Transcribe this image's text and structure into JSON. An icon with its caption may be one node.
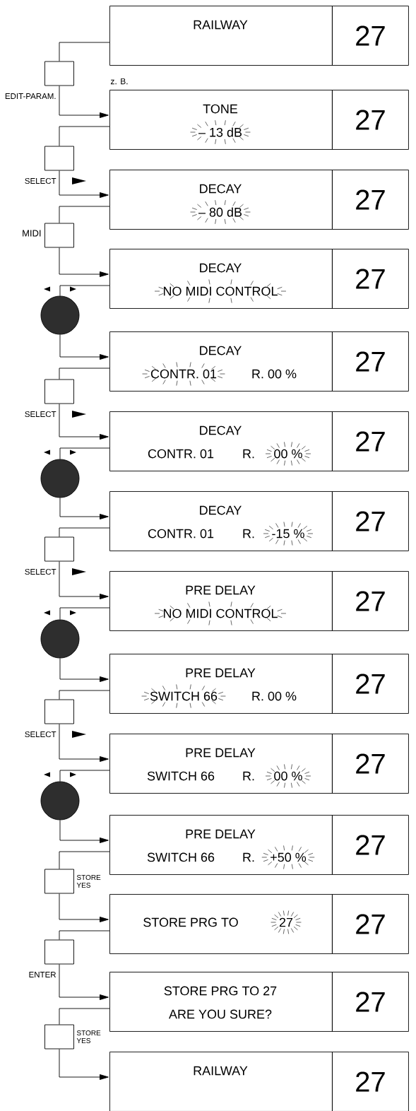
{
  "diagram": {
    "nodes": [
      {
        "text": [
          "RAILWAY"
        ]
      },
      {
        "text": [
          "27"
        ]
      },
      {
        "text": [],
        "shape": "box",
        "beside": [
          "EDIT-PARAM."
        ]
      },
      {
        "text": [
          "TONE",
          "– 13 dB"
        ]
      },
      {
        "text": [
          "27"
        ]
      },
      {
        "text": [],
        "shape": "box",
        "beside": [
          "SELECT"
        ]
      },
      {
        "text": [
          "DECAY",
          "– 80 dB"
        ]
      },
      {
        "text": [
          "27"
        ]
      },
      {
        "text": [],
        "shape": "box",
        "beside": [
          "MIDI"
        ]
      },
      {
        "text": [
          "DECAY",
          "NO MIDI CONTROL"
        ]
      },
      {
        "text": [
          "27"
        ]
      },
      {
        "text": [],
        "shape": "circle"
      },
      {
        "text": [
          "DECAY",
          "CONTR. 01",
          "R. 00 %"
        ]
      },
      {
        "text": [
          "27"
        ]
      },
      {
        "text": [],
        "shape": "box",
        "beside": [
          "SELECT"
        ]
      },
      {
        "text": [
          "DECAY",
          "CONTR. 01",
          "R.",
          "00 %"
        ]
      },
      {
        "text": [
          "27"
        ]
      },
      {
        "text": [],
        "shape": "circle"
      },
      {
        "text": [
          "DECAY",
          "CONTR. 01",
          "R.",
          "-15 %"
        ]
      },
      {
        "text": [
          "27"
        ]
      },
      {
        "text": [],
        "shape": "box",
        "beside": [
          "SELECT"
        ]
      },
      {
        "text": [
          "PRE DELAY",
          "NO MIDI CONTROL"
        ]
      },
      {
        "text": [
          "27"
        ]
      },
      {
        "text": [],
        "shape": "circle"
      },
      {
        "text": [
          "PRE DELAY",
          "SWITCH 66",
          "R. 00 %"
        ]
      },
      {
        "text": [
          "27"
        ]
      },
      {
        "text": [],
        "shape": "box",
        "beside": [
          "SELECT"
        ]
      },
      {
        "text": [
          "PRE DELAY",
          "SWITCH 66",
          "R.",
          "00 %"
        ]
      },
      {
        "text": [
          "27"
        ]
      },
      {
        "text": [],
        "shape": "circle"
      },
      {
        "text": [
          "PRE DELAY",
          "SWITCH 66",
          "R.",
          "+50 %"
        ]
      },
      {
        "text": [
          "27"
        ]
      },
      {
        "text": [],
        "shape": "box",
        "beside": [
          "STORE YES"
        ]
      },
      {
        "text": [
          "STORE PRG TO",
          "27"
        ]
      },
      {
        "text": [
          "27"
        ]
      },
      {
        "text": [],
        "shape": "box",
        "beside": [
          "ENTER"
        ]
      },
      {
        "text": [
          "STORE PRG TO 27",
          "ARE YOU SURE?"
        ]
      },
      {
        "text": [
          "27"
        ]
      },
      {
        "text": [],
        "shape": "box",
        "beside": [
          "STORE YES"
        ]
      },
      {
        "text": [
          "RAILWAY"
        ]
      },
      {
        "text": [
          "27"
        ]
      }
    ],
    "edges": [
      {
        "from": 0,
        "to": 2,
        "arrow": "none"
      },
      {
        "from": 2,
        "to": 3,
        "arrow": "to"
      },
      {
        "from": 3,
        "to": 5,
        "arrow": "none"
      },
      {
        "from": 5,
        "to": 6,
        "arrow": "to"
      },
      {
        "from": 6,
        "to": 8,
        "arrow": "none"
      },
      {
        "from": 8,
        "to": 9,
        "arrow": "to"
      },
      {
        "from": 9,
        "to": 11,
        "arrow": "none"
      },
      {
        "from": 11,
        "to": 12,
        "arrow": "to"
      },
      {
        "from": 12,
        "to": 14,
        "arrow": "none"
      },
      {
        "from": 14,
        "to": 15,
        "arrow": "to"
      },
      {
        "from": 15,
        "to": 17,
        "arrow": "none"
      },
      {
        "from": 17,
        "to": 18,
        "arrow": "to"
      },
      {
        "from": 18,
        "to": 20,
        "arrow": "none"
      },
      {
        "from": 20,
        "to": 21,
        "arrow": "to"
      },
      {
        "from": 21,
        "to": 23,
        "arrow": "none"
      },
      {
        "from": 23,
        "to": 24,
        "arrow": "to"
      },
      {
        "from": 24,
        "to": 26,
        "arrow": "none"
      },
      {
        "from": 26,
        "to": 27,
        "arrow": "to"
      },
      {
        "from": 27,
        "to": 29,
        "arrow": "none"
      },
      {
        "from": 29,
        "to": 30,
        "arrow": "to"
      },
      {
        "from": 30,
        "to": 32,
        "arrow": "none"
      },
      {
        "from": 32,
        "to": 33,
        "arrow": "to"
      },
      {
        "from": 33,
        "to": 35,
        "arrow": "none"
      },
      {
        "from": 35,
        "to": 36,
        "arrow": "to"
      },
      {
        "from": 36,
        "to": 38,
        "arrow": "none"
      },
      {
        "from": 38,
        "to": 39,
        "arrow": "to"
      }
    ],
    "labels": [
      "z. B."
    ]
  }
}
